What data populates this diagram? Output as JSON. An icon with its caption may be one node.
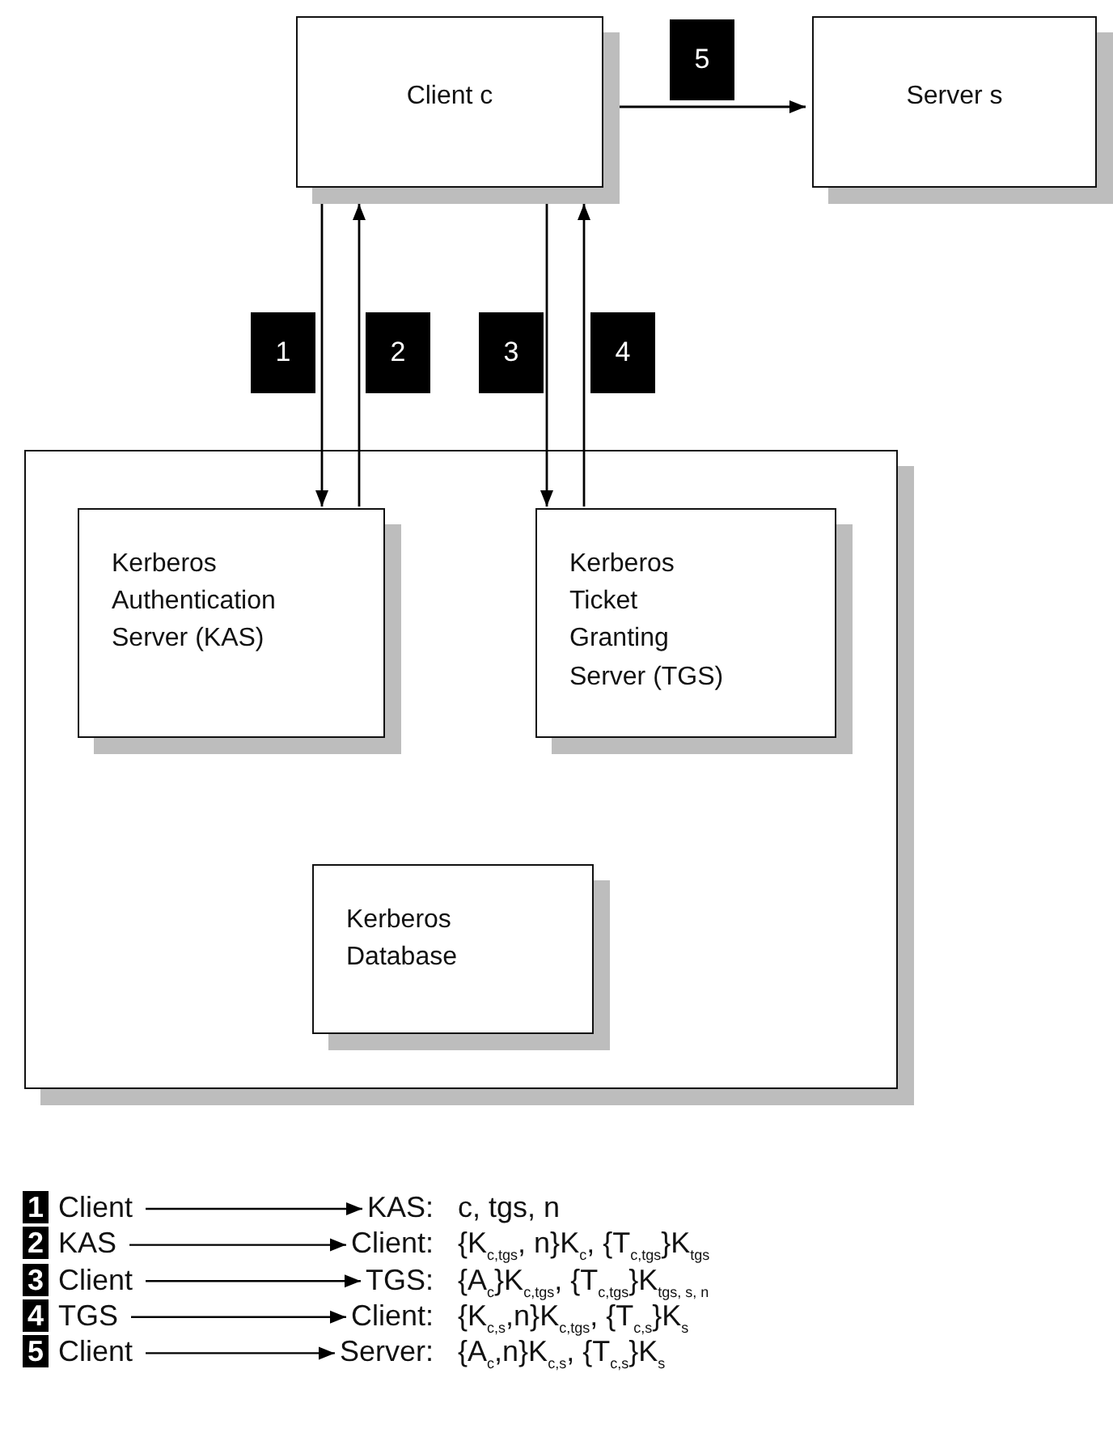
{
  "diagram": {
    "nodes": [
      {
        "text": [
          "Client c"
        ]
      },
      {
        "text": [
          "Server s"
        ]
      },
      {
        "text": [],
        "shape": "box"
      },
      {
        "text": [
          "Kerberos Authentication Server (KAS)"
        ],
        "in": 2
      },
      {
        "text": [
          "Kerberos Ticket Granting Server (TGS)"
        ],
        "in": 2
      },
      {
        "text": [
          "Kerberos Database"
        ],
        "in": 2
      }
    ],
    "edges": [
      {
        "from": 0,
        "to": 3,
        "arrow": "to",
        "label": "1"
      },
      {
        "from": 3,
        "to": 0,
        "arrow": "to",
        "label": "2"
      },
      {
        "from": 0,
        "to": 4,
        "arrow": "to",
        "label": "3"
      },
      {
        "from": 4,
        "to": 0,
        "arrow": "to",
        "label": "4"
      },
      {
        "from": 0,
        "to": 1,
        "arrow": "to",
        "label": "5"
      }
    ],
    "labels": [
      "1",
      "Client",
      "KAS:",
      "c, tgs, n",
      "2",
      "KAS",
      "Client:",
      "{K$_{c,tgs}$, n}K$_{c}$, {T$_{c,tgs}$}K$_{tgs}$",
      "3",
      "Client",
      "TGS:",
      "{A$_{c}$}K$_{c,tgs}$, {T$_{c,tgs}$}K$_{tgs, s, n}$",
      "4",
      "TGS",
      "Client:",
      "{K$_{c,s}$,n}K$_{c,tgs}$, {T$_{c,s}$}K$_{s}$",
      "5",
      "Client",
      "Server:",
      "{A$_{c}$,n}K$_{c,s}$, {T$_{c,s}$}K$_{s}$"
    ]
  }
}
